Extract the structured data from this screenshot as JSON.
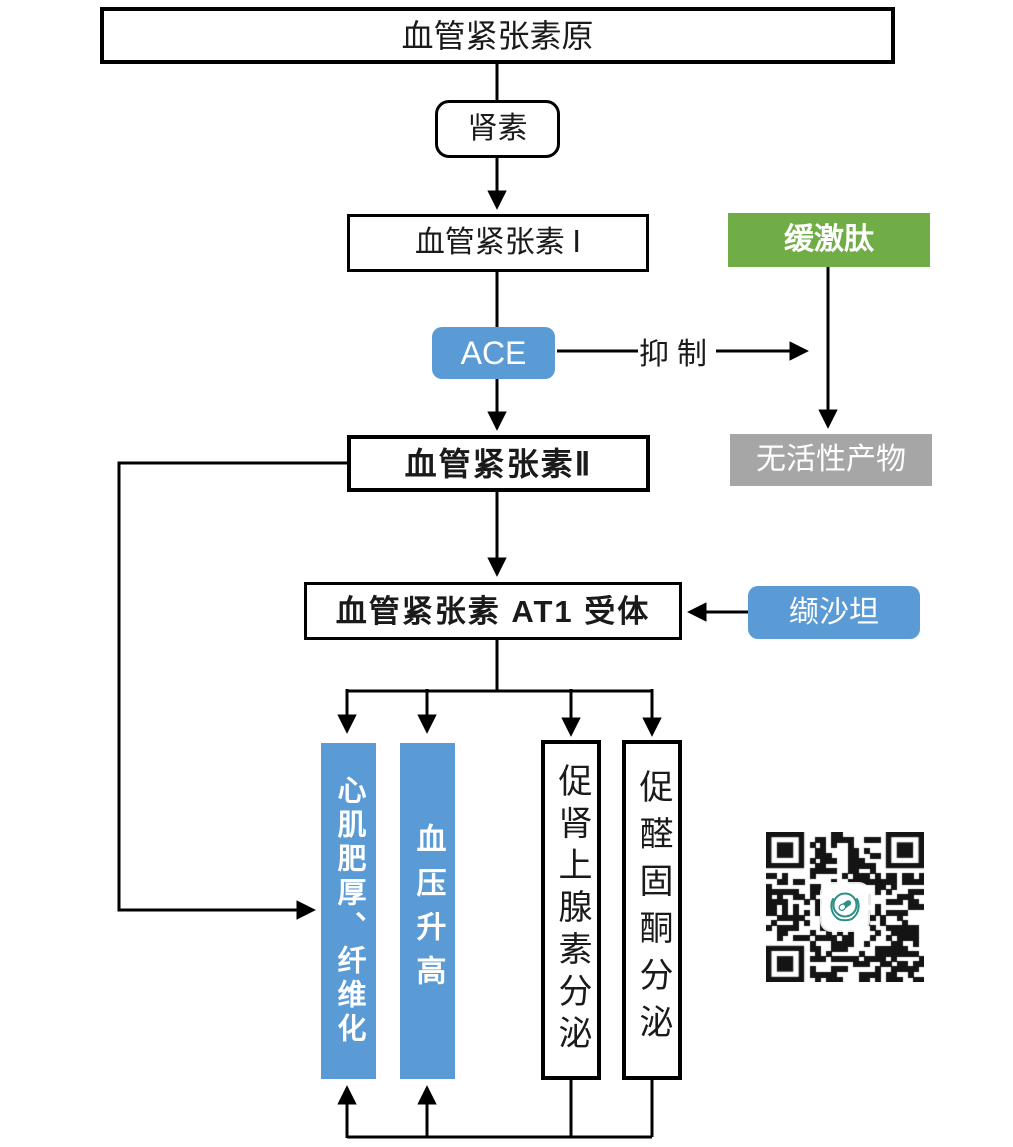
{
  "diagram": {
    "nodes": {
      "angiotensinogen": {
        "label": "血管紧张素原"
      },
      "renin": {
        "label": "肾素"
      },
      "angiotensin1": {
        "label": "血管紧张素 Ⅰ"
      },
      "bradykinin": {
        "label": "缓激肽",
        "color": "#70AD47"
      },
      "ace": {
        "label": "ACE",
        "color": "#5B9BD5"
      },
      "inactive_products": {
        "label": "无活性产物",
        "color": "#A6A6A6"
      },
      "angiotensin2": {
        "label": "血管紧张素Ⅱ"
      },
      "at1_receptor": {
        "label": "血管紧张素 AT1 受体"
      },
      "valsartan": {
        "label": "缬沙坦",
        "color": "#5B9BD5"
      },
      "cardiac_hypertrophy_fibrosis": {
        "label": "心肌肥厚、纤维化",
        "color": "#5B9BD5"
      },
      "blood_pressure_rise": {
        "label": "血压升高",
        "color": "#5B9BD5"
      },
      "adrenaline_secretion": {
        "label": "促肾上腺素分泌"
      },
      "aldosterone_secretion": {
        "label": "促醛固酮分泌"
      }
    },
    "edge_labels": {
      "inhibit": "抑制"
    },
    "colors": {
      "accent_blue": "#5B9BD5",
      "accent_green": "#70AD47",
      "accent_gray": "#A6A6A6",
      "line_black": "#000000",
      "qr_logo_teal": "#2E8F84"
    }
  }
}
